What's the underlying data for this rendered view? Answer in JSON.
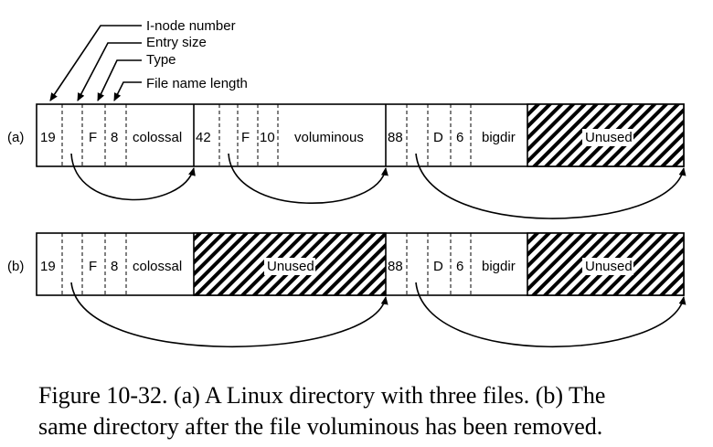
{
  "legend": {
    "inode": "I-node number",
    "entry_size": "Entry size",
    "type": "Type",
    "name_length": "File name length"
  },
  "row_a": {
    "label": "(a)",
    "e1": {
      "inode": "19",
      "type": "F",
      "len": "8",
      "name": "colossal"
    },
    "e2": {
      "inode": "42",
      "type": "F",
      "len": "10",
      "name": "voluminous"
    },
    "e3": {
      "inode": "88",
      "type": "D",
      "len": "6",
      "name": "bigdir"
    },
    "unused": "Unused"
  },
  "row_b": {
    "label": "(b)",
    "e1": {
      "inode": "19",
      "type": "F",
      "len": "8",
      "name": "colossal"
    },
    "unused1": "Unused",
    "e3": {
      "inode": "88",
      "type": "D",
      "len": "6",
      "name": "bigdir"
    },
    "unused2": "Unused"
  },
  "caption": {
    "line1": "Figure 10-32. (a) A Linux directory with three files. (b) The",
    "line2": "same directory after the file voluminous has been removed."
  }
}
